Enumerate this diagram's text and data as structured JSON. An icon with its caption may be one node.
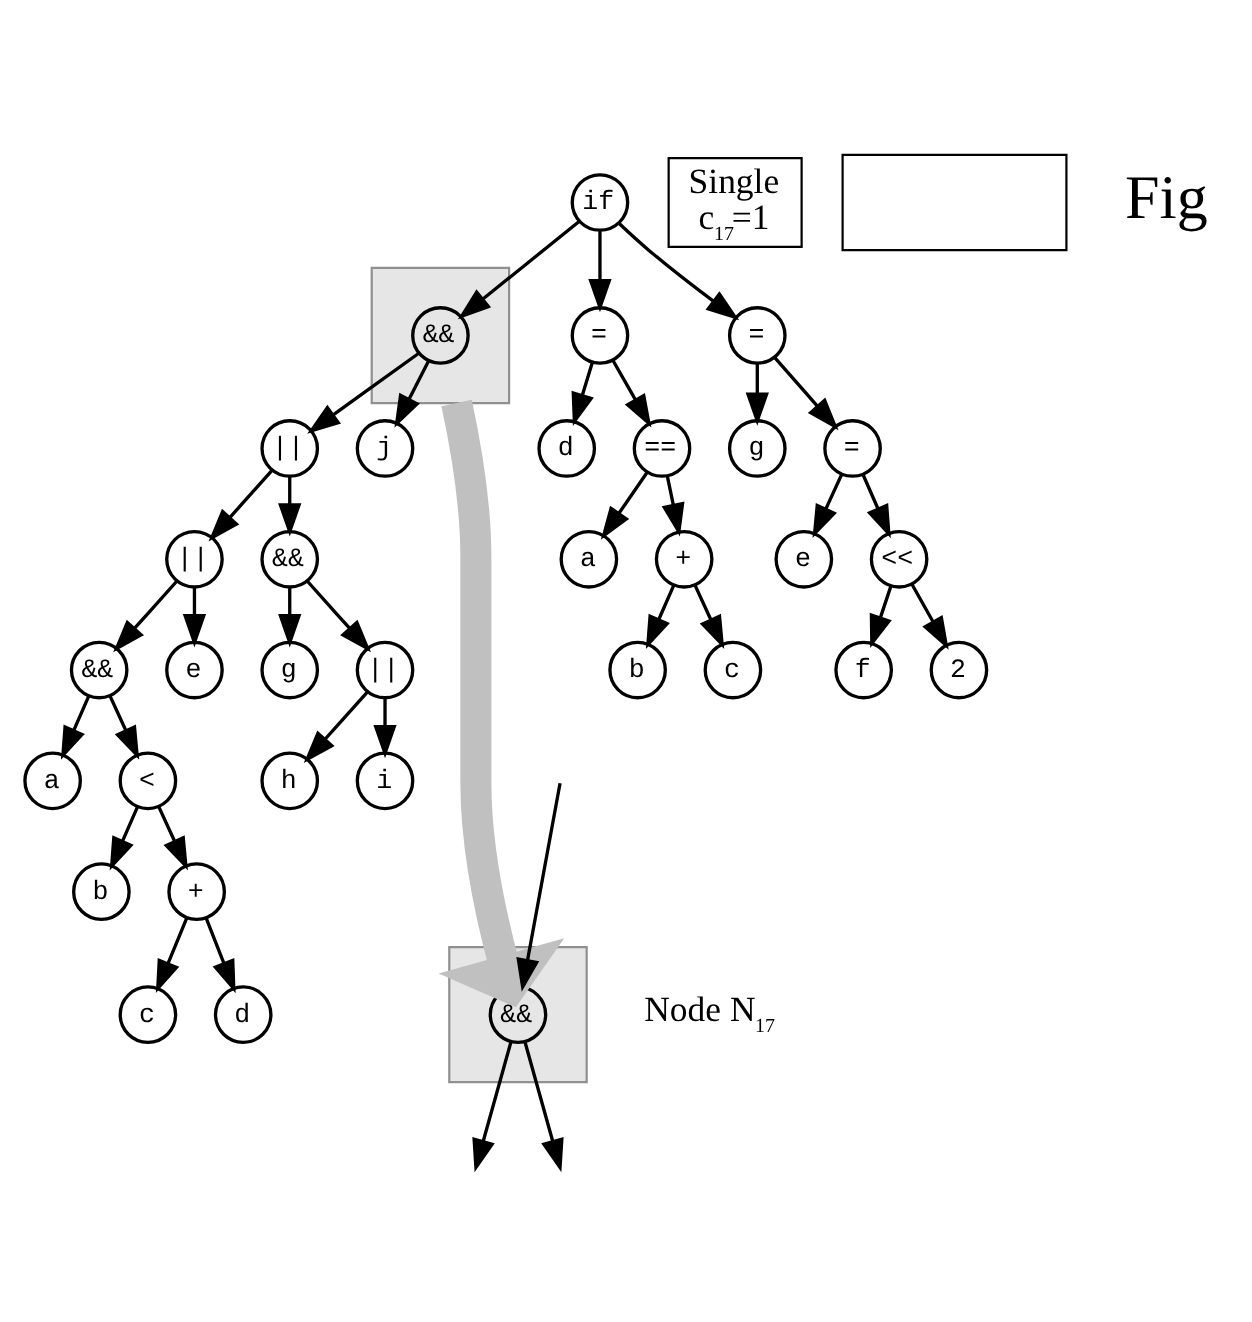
{
  "diagram": {
    "nodes": [
      {
        "text": [
          "if"
        ]
      },
      {
        "text": [],
        "shape": "box"
      },
      {
        "text": [
          "&&"
        ],
        "in": 1
      },
      {
        "text": [
          "="
        ]
      },
      {
        "text": [
          "="
        ]
      },
      {
        "text": [
          "||"
        ]
      },
      {
        "text": [
          "j"
        ]
      },
      {
        "text": [
          "d"
        ]
      },
      {
        "text": [
          "=="
        ]
      },
      {
        "text": [
          "g"
        ]
      },
      {
        "text": [
          "="
        ]
      },
      {
        "text": [
          "||"
        ]
      },
      {
        "text": [
          "&&"
        ]
      },
      {
        "text": [
          "a"
        ]
      },
      {
        "text": [
          "+"
        ]
      },
      {
        "text": [
          "e"
        ]
      },
      {
        "text": [
          "<<"
        ]
      },
      {
        "text": [
          "&&"
        ]
      },
      {
        "text": [
          "e"
        ]
      },
      {
        "text": [
          "g"
        ]
      },
      {
        "text": [
          "||"
        ]
      },
      {
        "text": [
          "b"
        ]
      },
      {
        "text": [
          "c"
        ]
      },
      {
        "text": [
          "f"
        ]
      },
      {
        "text": [
          "2"
        ]
      },
      {
        "text": [
          "a"
        ]
      },
      {
        "text": [
          "<"
        ]
      },
      {
        "text": [
          "h"
        ]
      },
      {
        "text": [
          "i"
        ]
      },
      {
        "text": [
          "b"
        ]
      },
      {
        "text": [
          "+"
        ]
      },
      {
        "text": [
          "c"
        ]
      },
      {
        "text": [
          "d"
        ]
      },
      {
        "text": [],
        "shape": "box"
      },
      {
        "text": [
          "&&"
        ],
        "in": 33,
        "beside": [
          "Node N$_{17}$"
        ]
      },
      {
        "text": [
          "Single",
          "c$_{17}$=1"
        ]
      },
      {
        "text": [],
        "shape": "box"
      }
    ],
    "edges": [
      {
        "from": 0,
        "to": 2,
        "arrow": "to"
      },
      {
        "from": 0,
        "to": 3,
        "arrow": "to"
      },
      {
        "from": 0,
        "to": 4,
        "arrow": "to"
      },
      {
        "from": 2,
        "to": 5,
        "arrow": "to"
      },
      {
        "from": 2,
        "to": 6,
        "arrow": "to"
      },
      {
        "from": 3,
        "to": 7,
        "arrow": "to"
      },
      {
        "from": 3,
        "to": 8,
        "arrow": "to"
      },
      {
        "from": 4,
        "to": 9,
        "arrow": "to"
      },
      {
        "from": 4,
        "to": 10,
        "arrow": "to"
      },
      {
        "from": 5,
        "to": 11,
        "arrow": "to"
      },
      {
        "from": 5,
        "to": 12,
        "arrow": "to"
      },
      {
        "from": 8,
        "to": 13,
        "arrow": "to"
      },
      {
        "from": 8,
        "to": 14,
        "arrow": "to"
      },
      {
        "from": 10,
        "to": 15,
        "arrow": "to"
      },
      {
        "from": 10,
        "to": 16,
        "arrow": "to"
      },
      {
        "from": 11,
        "to": 17,
        "arrow": "to"
      },
      {
        "from": 11,
        "to": 18,
        "arrow": "to"
      },
      {
        "from": 12,
        "to": 19,
        "arrow": "to"
      },
      {
        "from": 12,
        "to": 20,
        "arrow": "to"
      },
      {
        "from": 14,
        "to": 21,
        "arrow": "to"
      },
      {
        "from": 14,
        "to": 22,
        "arrow": "to"
      },
      {
        "from": 16,
        "to": 23,
        "arrow": "to"
      },
      {
        "from": 16,
        "to": 24,
        "arrow": "to"
      },
      {
        "from": 17,
        "to": 25,
        "arrow": "to"
      },
      {
        "from": 17,
        "to": 26,
        "arrow": "to"
      },
      {
        "from": 20,
        "to": 27,
        "arrow": "to"
      },
      {
        "from": 20,
        "to": 28,
        "arrow": "to"
      },
      {
        "from": 26,
        "to": 29,
        "arrow": "to"
      },
      {
        "from": 26,
        "to": 30,
        "arrow": "to"
      },
      {
        "from": 30,
        "to": 31,
        "arrow": "to"
      },
      {
        "from": 30,
        "to": 32,
        "arrow": "to"
      },
      {
        "from": 1,
        "to": 34,
        "arrow": "to",
        "style": "thick",
        "color": "#c0c0c0"
      },
      {
        "from": null,
        "to": 34,
        "arrow": "to"
      },
      {
        "from": 34,
        "to": null,
        "arrow": "to"
      },
      {
        "from": 34,
        "to": null,
        "arrow": "to"
      }
    ],
    "labels": [
      "Fig"
    ]
  }
}
